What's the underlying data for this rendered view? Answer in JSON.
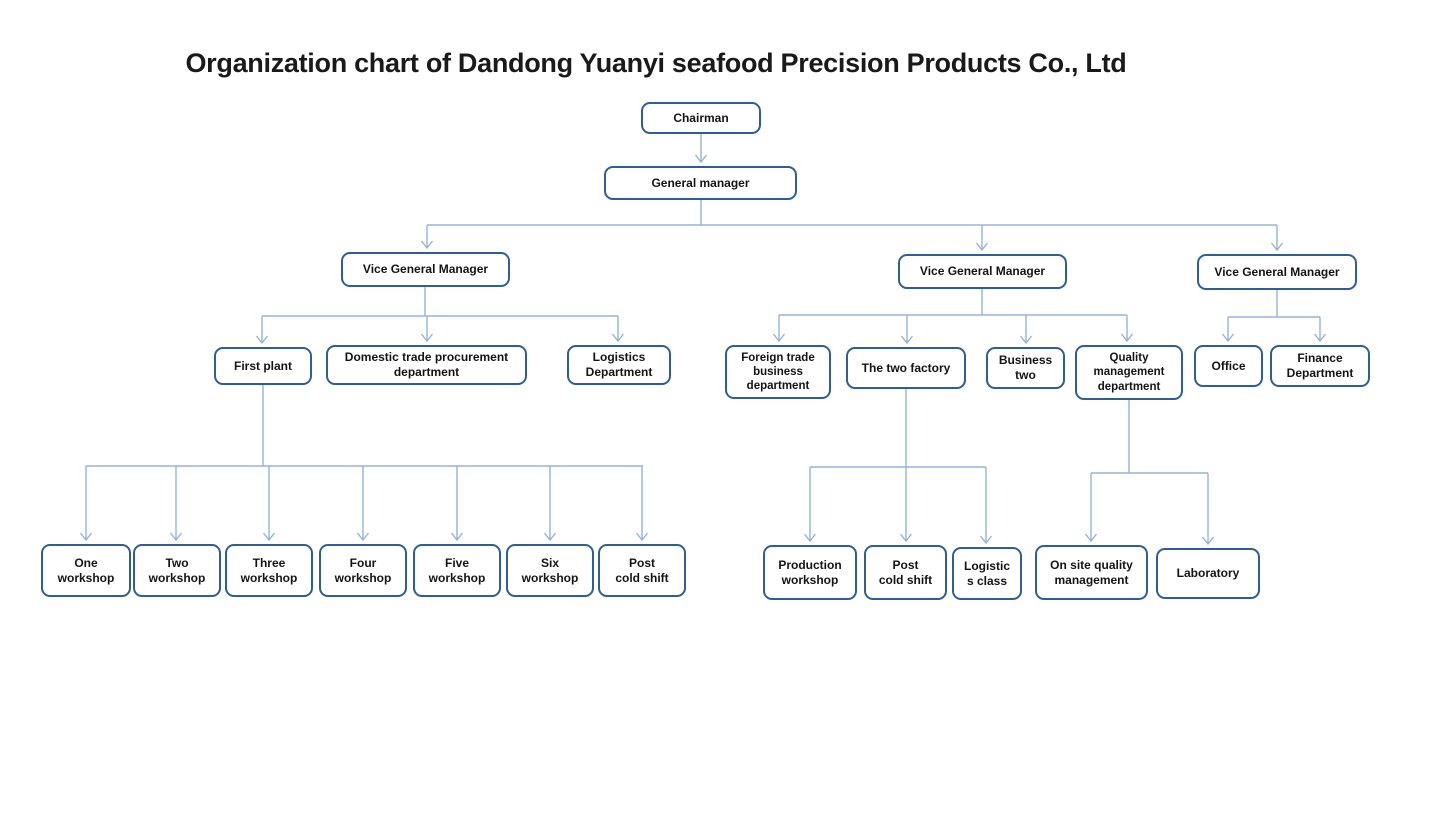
{
  "title": "Organization chart of Dandong Yuanyi seafood Precision Products Co., Ltd",
  "palette": {
    "box_border": "#2D5F94",
    "connector": "#95B3D7",
    "text": "#141414",
    "background": "#FFFFFF"
  },
  "nodes": {
    "chairman": {
      "label": "Chairman"
    },
    "general_manager": {
      "label": "General manager"
    },
    "vgm_left": {
      "label": "Vice General Manager"
    },
    "vgm_middle": {
      "label": "Vice General Manager"
    },
    "vgm_right": {
      "label": "Vice General Manager"
    },
    "first_plant": {
      "label": "First plant"
    },
    "domestic_trade": {
      "label": "Domestic trade procurement\ndepartment"
    },
    "logistics_department": {
      "label": "Logistics\nDepartment"
    },
    "foreign_trade": {
      "label": "Foreign trade\nbusiness\ndepartment"
    },
    "two_factory": {
      "label": "The two factory"
    },
    "business_two": {
      "label": "Business\ntwo"
    },
    "quality_management": {
      "label": "Quality\nmanagement\ndepartment"
    },
    "office": {
      "label": "Office"
    },
    "finance_department": {
      "label": "Finance\nDepartment"
    },
    "one_workshop": {
      "label": "One\nworkshop"
    },
    "two_workshop": {
      "label": "Two\nworkshop"
    },
    "three_workshop": {
      "label": "Three\nworkshop"
    },
    "four_workshop": {
      "label": "Four\nworkshop"
    },
    "five_workshop": {
      "label": "Five\nworkshop"
    },
    "six_workshop": {
      "label": "Six\nworkshop"
    },
    "post_cold_shift_plant1": {
      "label": "Post\ncold shift"
    },
    "production_workshop": {
      "label": "Production\nworkshop"
    },
    "post_cold_shift_factory2": {
      "label": "Post\ncold shift"
    },
    "logistics_class": {
      "label": "Logistic\ns class"
    },
    "on_site_quality": {
      "label": "On site quality\nmanagement"
    },
    "laboratory": {
      "label": "Laboratory"
    }
  },
  "edges": [
    [
      "chairman",
      "general_manager"
    ],
    [
      "general_manager",
      "vgm_left"
    ],
    [
      "general_manager",
      "vgm_middle"
    ],
    [
      "general_manager",
      "vgm_right"
    ],
    [
      "vgm_left",
      "first_plant"
    ],
    [
      "vgm_left",
      "domestic_trade"
    ],
    [
      "vgm_left",
      "logistics_department"
    ],
    [
      "vgm_middle",
      "foreign_trade"
    ],
    [
      "vgm_middle",
      "two_factory"
    ],
    [
      "vgm_middle",
      "business_two"
    ],
    [
      "vgm_middle",
      "quality_management"
    ],
    [
      "vgm_right",
      "office"
    ],
    [
      "vgm_right",
      "finance_department"
    ],
    [
      "first_plant",
      "one_workshop"
    ],
    [
      "first_plant",
      "two_workshop"
    ],
    [
      "first_plant",
      "three_workshop"
    ],
    [
      "first_plant",
      "four_workshop"
    ],
    [
      "first_plant",
      "five_workshop"
    ],
    [
      "first_plant",
      "six_workshop"
    ],
    [
      "first_plant",
      "post_cold_shift_plant1"
    ],
    [
      "two_factory",
      "production_workshop"
    ],
    [
      "two_factory",
      "post_cold_shift_factory2"
    ],
    [
      "two_factory",
      "logistics_class"
    ],
    [
      "quality_management",
      "on_site_quality"
    ],
    [
      "quality_management",
      "laboratory"
    ]
  ]
}
